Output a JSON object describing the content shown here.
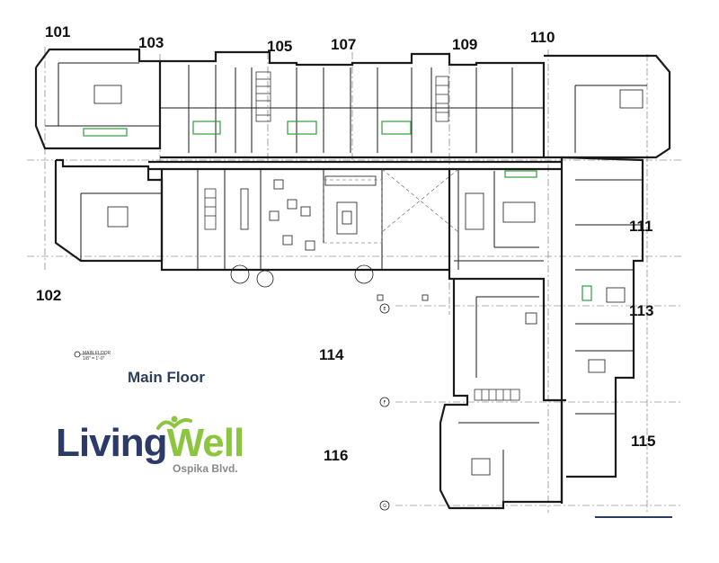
{
  "units": [
    {
      "id": "101",
      "label": "101"
    },
    {
      "id": "102",
      "label": "102"
    },
    {
      "id": "103",
      "label": "103"
    },
    {
      "id": "105",
      "label": "105"
    },
    {
      "id": "107",
      "label": "107"
    },
    {
      "id": "109",
      "label": "109"
    },
    {
      "id": "110",
      "label": "110"
    },
    {
      "id": "111",
      "label": "111"
    },
    {
      "id": "113",
      "label": "113"
    },
    {
      "id": "114",
      "label": "114"
    },
    {
      "id": "115",
      "label": "115"
    },
    {
      "id": "116",
      "label": "116"
    }
  ],
  "floor_title": "Main Floor",
  "floor_tag": {
    "line1": "MAIN FLOOR",
    "line2": "1/8\" = 1'-0\""
  },
  "grid_markers": [
    "E",
    "F",
    "G"
  ],
  "logo": {
    "word1": "Living",
    "word2": "Well",
    "subtitle": "Ospika Blvd."
  },
  "colors": {
    "brand_navy": "#2b3a67",
    "brand_green": "#8cc63f",
    "subtitle_gray": "#8a8a8a",
    "title": "#2c3e5c"
  }
}
